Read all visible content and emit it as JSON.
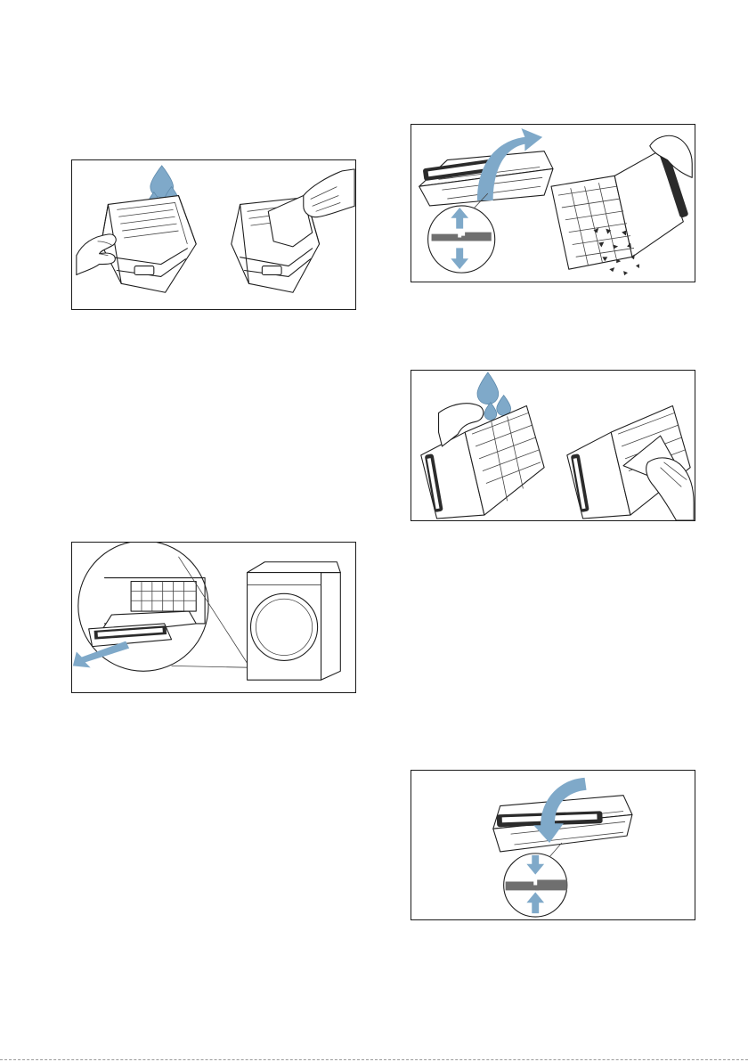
{
  "illustrations": [
    {
      "id": "rinse-and-wipe-filter-container",
      "icon": "water-drops-icon"
    },
    {
      "id": "pull-out-fluff-filter",
      "icon": "arrow-out-icon"
    },
    {
      "id": "open-filter-and-remove-fluff",
      "icon": "arrow-open-icon"
    },
    {
      "id": "rinse-and-wipe-filter-insert",
      "icon": "water-drops-icon"
    },
    {
      "id": "close-filter",
      "icon": "arrow-close-icon"
    }
  ],
  "colors": {
    "accent": "#7fa9c9",
    "line": "#1f1f1f",
    "background": "#ffffff"
  }
}
